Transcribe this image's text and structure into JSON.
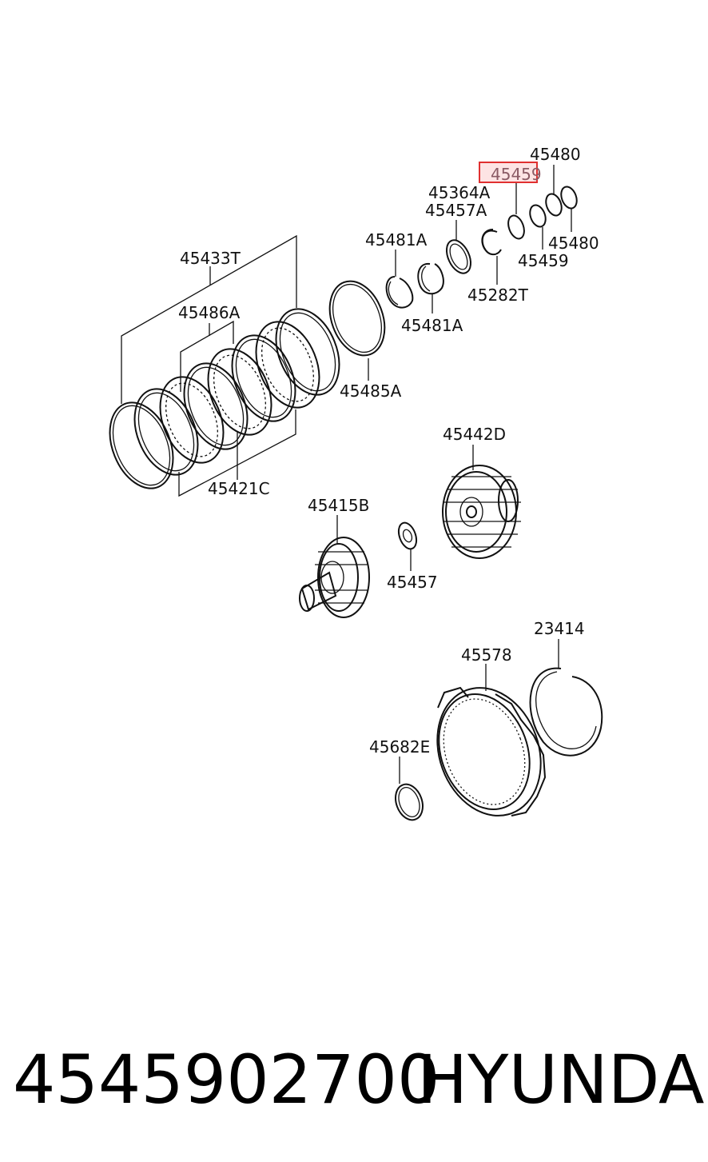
{
  "labels": {
    "l45480_top": "45480",
    "l45459_hl": "45459",
    "l45364A": "45364A",
    "l45457A": "45457A",
    "l45481A_top": "45481A",
    "l45480_right": "45480",
    "l45459_right": "45459",
    "l45282T": "45282T",
    "l45433T": "45433T",
    "l45486A": "45486A",
    "l45481A_bot": "45481A",
    "l45485A": "45485A",
    "l45421C": "45421C",
    "l45442D": "45442D",
    "l45415B": "45415B",
    "l45457": "45457",
    "l23414": "23414",
    "l45578": "45578",
    "l45682E": "45682E"
  },
  "footer": {
    "part_number": "4545902700",
    "brand": "HYUNDAI"
  },
  "highlight_color": "#e03030"
}
